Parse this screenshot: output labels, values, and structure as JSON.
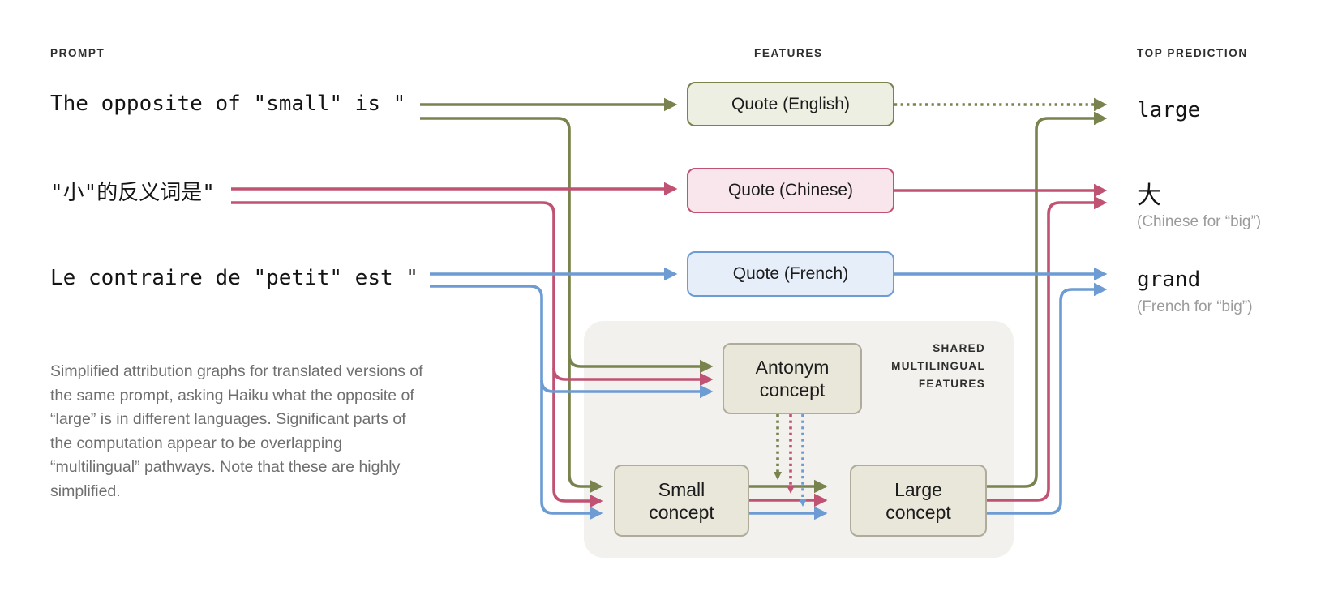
{
  "colors": {
    "en_line": "#78834e",
    "zh_line": "#c05273",
    "fr_line": "#6d9bd3",
    "en_fill": "#edefe3",
    "zh_fill": "#f9e6ec",
    "fr_fill": "#e6eef9",
    "concept_fill": "#e9e6da",
    "concept_border": "#b0ac9c",
    "region_fill": "#f2f1ed",
    "caption_gray": "#6f6f6f",
    "note_gray": "#9b9b9b"
  },
  "headers": {
    "prompt": "PROMPT",
    "features": "FEATURES",
    "top_prediction": "TOP PREDICTION"
  },
  "prompts": [
    {
      "id": "english",
      "text": "The opposite of \"small\" is \""
    },
    {
      "id": "chinese",
      "text": "\"小\"的反义词是\""
    },
    {
      "id": "french",
      "text": "Le contraire de \"petit\" est \""
    }
  ],
  "features": [
    {
      "id": "english",
      "label": "Quote (English)"
    },
    {
      "id": "chinese",
      "label": "Quote (Chinese)"
    },
    {
      "id": "french",
      "label": "Quote (French)"
    }
  ],
  "shared": {
    "label_lines": [
      "SHARED",
      "MULTILINGUAL",
      "FEATURES"
    ],
    "concepts": [
      {
        "id": "antonym",
        "label": "Antonym concept"
      },
      {
        "id": "small",
        "label": "Small concept"
      },
      {
        "id": "large",
        "label": "Large concept"
      }
    ]
  },
  "predictions": [
    {
      "id": "english",
      "text": "large",
      "note": ""
    },
    {
      "id": "chinese",
      "text": "大",
      "note": "(Chinese for “big”)"
    },
    {
      "id": "french",
      "text": "grand",
      "note": "(French for “big”)"
    }
  ],
  "caption": "Simplified attribution graphs for translated versions of the same prompt, asking Haiku what the opposite of “large” is in different languages. Significant parts of the computation appear to be overlapping “multilingual” pathways. Note that these are highly simplified."
}
